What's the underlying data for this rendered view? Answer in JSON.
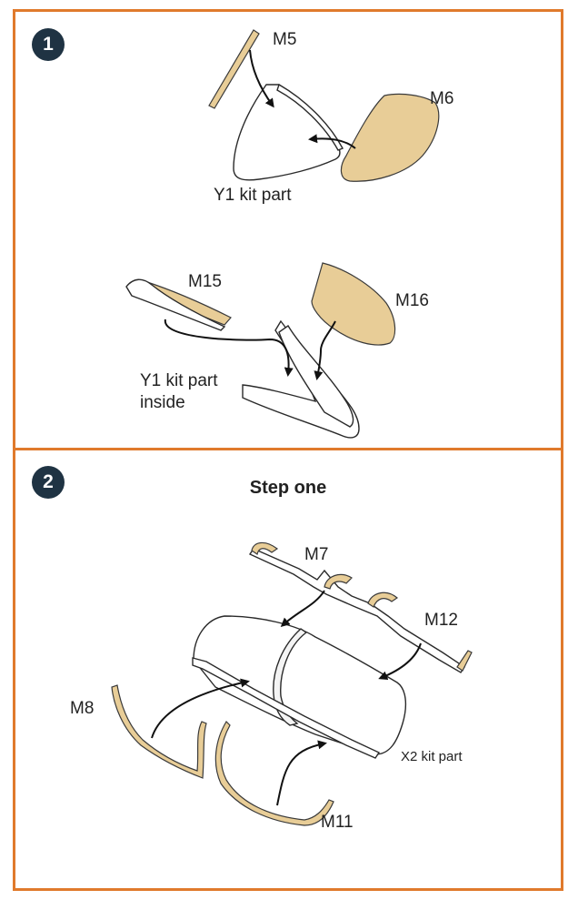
{
  "step1": {
    "badge": "1",
    "labels": {
      "m5": "M5",
      "m6": "M6",
      "y1_top": "Y1 kit part",
      "m15": "M15",
      "m16": "M16",
      "y1_bottom": "Y1 kit part\ninside"
    }
  },
  "step2": {
    "badge": "2",
    "title": "Step one",
    "labels": {
      "m7": "M7",
      "m12": "M12",
      "m8": "M8",
      "m11": "M11",
      "x2": "X2 kit part"
    }
  },
  "colors": {
    "border": "#e07a2c",
    "badge": "#1f3343",
    "etched_part": "#e8cd97"
  }
}
